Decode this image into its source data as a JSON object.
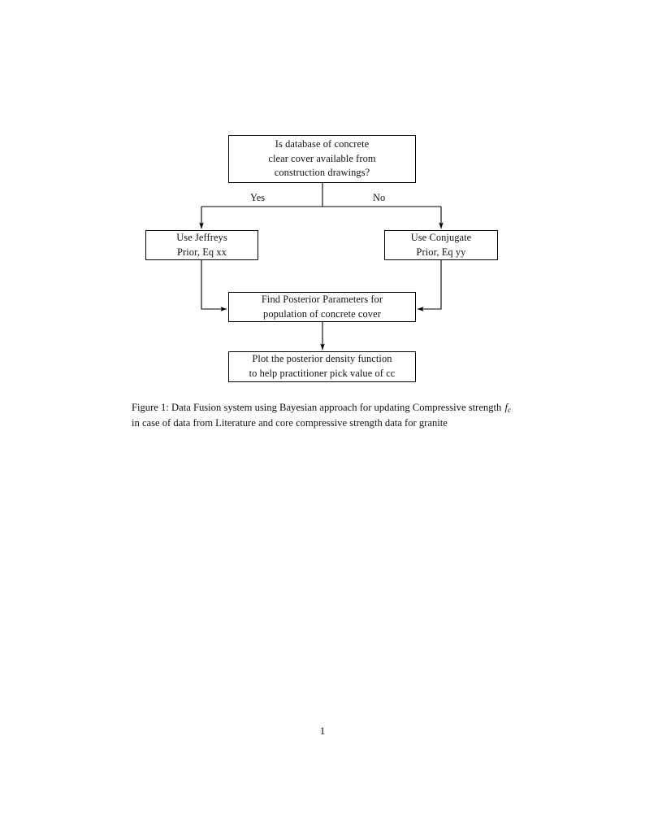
{
  "document": {
    "page_number": "1",
    "background_color": "#ffffff",
    "text_color": "#111111"
  },
  "figure": {
    "nodes": [
      {
        "id": "question",
        "lines": [
          "Is database of concrete",
          "clear cover available from",
          "construction drawings?"
        ]
      },
      {
        "id": "jeffreys",
        "lines": [
          "Use Jeffreys",
          "Prior, Eq xx"
        ]
      },
      {
        "id": "conjugate",
        "lines": [
          "Use Conjugate",
          "Prior, Eq yy"
        ]
      },
      {
        "id": "posterior",
        "lines": [
          "Find Posterior Parameters for",
          "population of concrete cover"
        ]
      },
      {
        "id": "plot",
        "lines": [
          "Plot the posterior density function",
          "to help practitioner pick value of cc"
        ]
      }
    ],
    "edge_labels": {
      "yes": "Yes",
      "no": "No"
    },
    "line_color": "#000000"
  },
  "caption": {
    "prefix": "Figure 1:",
    "text_before_math": " Data Fusion system using Bayesian approach for updating Compressive strength ",
    "math_base": "f",
    "math_sub": "c",
    "text_after_math": " in case of data from Literature and core compressive strength data for granite"
  }
}
